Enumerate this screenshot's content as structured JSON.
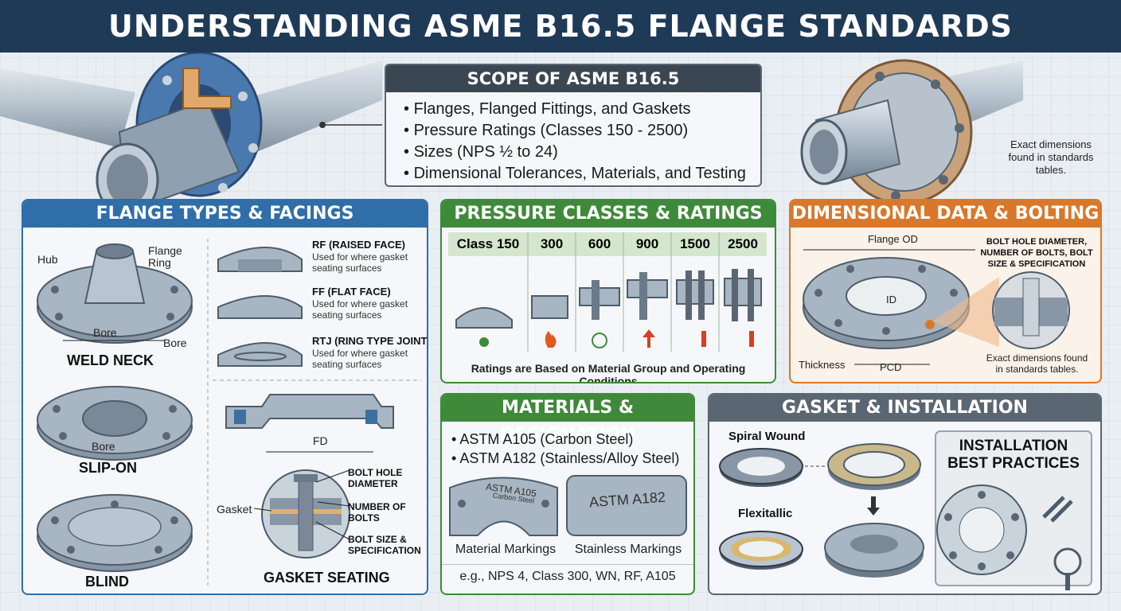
{
  "title": "UNDERSTANDING ASME B16.5 FLANGE STANDARDS",
  "scope": {
    "heading": "SCOPE OF ASME B16.5",
    "items": [
      "Flanges, Flanged Fittings, and Gaskets",
      "Pressure Ratings (Classes 150 - 2500)",
      "Sizes (NPS ½ to 24)",
      "Dimensional Tolerances, Materials, and Testing"
    ]
  },
  "top_right_note": "Exact dimensions found in standards tables.",
  "flange_types": {
    "heading": "FLANGE TYPES & FACINGS",
    "weld_neck": {
      "name": "WELD NECK",
      "hub": "Hub",
      "flange_ring": "Flange Ring",
      "bore": "Bore"
    },
    "slip_on": {
      "name": "SLIP-ON",
      "bore": "Bore"
    },
    "blind": {
      "name": "BLIND"
    },
    "facings": [
      {
        "name": "RF (RAISED FACE)",
        "desc": "Used for where gasket seating surfaces"
      },
      {
        "name": "FF (FLAT FACE)",
        "desc": "Used for where gasket seating surfaces"
      },
      {
        "name": "RTJ (RING TYPE JOINT)",
        "desc": "Used for where gasket seating surfaces"
      }
    ],
    "fd_label": "FD",
    "gasket_seating": {
      "title": "GASKET SEATING",
      "gasket": "Gasket",
      "bolt_hole": "BOLT HOLE DIAMETER",
      "num_bolts": "NUMBER OF BOLTS",
      "bolt_size": "BOLT SIZE & SPECIFICATION"
    }
  },
  "pressure": {
    "heading": "PRESSURE CLASSES & RATINGS",
    "classes": [
      "Class 150",
      "300",
      "600",
      "900",
      "1500",
      "2500"
    ],
    "footer": "Ratings are Based on Material Group and Operating Conditions"
  },
  "dimensional": {
    "heading": "DIMENSIONAL DATA & BOLTING",
    "flange_od": "Flange OD",
    "id": "ID",
    "thickness": "Thickness",
    "pcd": "PCD",
    "bolt_note": "BOLT HOLE DIAMETER, NUMBER OF BOLTS, BOLT SIZE & SPECIFICATION",
    "note": "Exact dimensions found in standards tables."
  },
  "materials": {
    "heading": "MATERIALS & DESIGNATION",
    "items": [
      "ASTM A105 (Carbon Steel)",
      "ASTM A182 (Stainless/Alloy Steel)"
    ],
    "stamp1_line1": "ASTM A105",
    "stamp1_line2": "Carbon Steel",
    "stamp2": "ASTM A182",
    "caption1": "Material Markings",
    "caption2": "Stainless Markings",
    "example": "e.g., NPS 4, Class 300, WN, RF, A105"
  },
  "gasket": {
    "heading": "GASKET & INSTALLATION",
    "spiral": "Spiral Wound",
    "flexitallic": "Flexitallic",
    "install_heading_1": "INSTALLATION",
    "install_heading_2": "BEST PRACTICES"
  },
  "colors": {
    "title_bar": "#1f3a57",
    "blue": "#2f6ea8",
    "green": "#3f8a3a",
    "orange": "#d9782a",
    "gray": "#5b6673",
    "steel": "#9aa8b6"
  }
}
